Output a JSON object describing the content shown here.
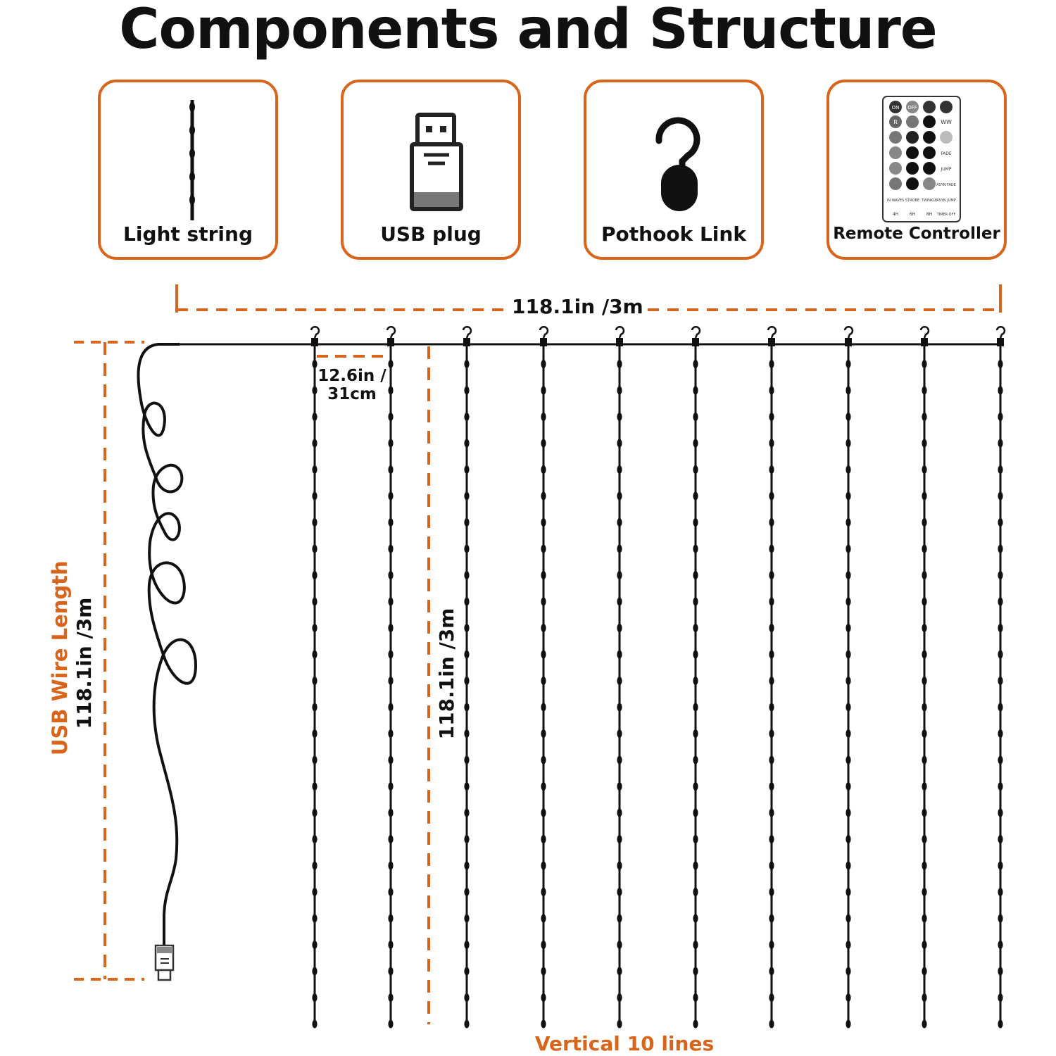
{
  "title": "Components and Structure",
  "components": [
    {
      "label": "Light string",
      "icon": "light-string-icon"
    },
    {
      "label": "USB plug",
      "icon": "usb-plug-icon"
    },
    {
      "label": "Pothook Link",
      "icon": "pothook-icon"
    },
    {
      "label": "Remote Controller",
      "icon": "remote-controller-icon"
    }
  ],
  "remote": {
    "on": "ON",
    "off": "OFF",
    "r": "R",
    "ww": "WW",
    "fade": "FADE",
    "jump": "JUMP",
    "asyn_fade": "ASYN FADE",
    "in_waves": "IN WAVES",
    "strobe": "STROBE",
    "twinkle": "TWINKLE",
    "asyn_jump": "ASYN JUMP",
    "t4h": "4H",
    "t6h": "6H",
    "t8h": "8H",
    "timer_off": "TIMER OFF"
  },
  "dimensions": {
    "width": "118.1in /3m",
    "spacing": "12.6in /\n31cm",
    "line_length": "118.1in /3m",
    "usb_wire_title": "USB Wire Length",
    "usb_wire_length": "118.1in /3m",
    "vertical_lines": "Vertical 10 lines"
  },
  "structure": {
    "line_count": 10
  },
  "colors": {
    "accent": "#d9651c",
    "ink": "#111111"
  }
}
